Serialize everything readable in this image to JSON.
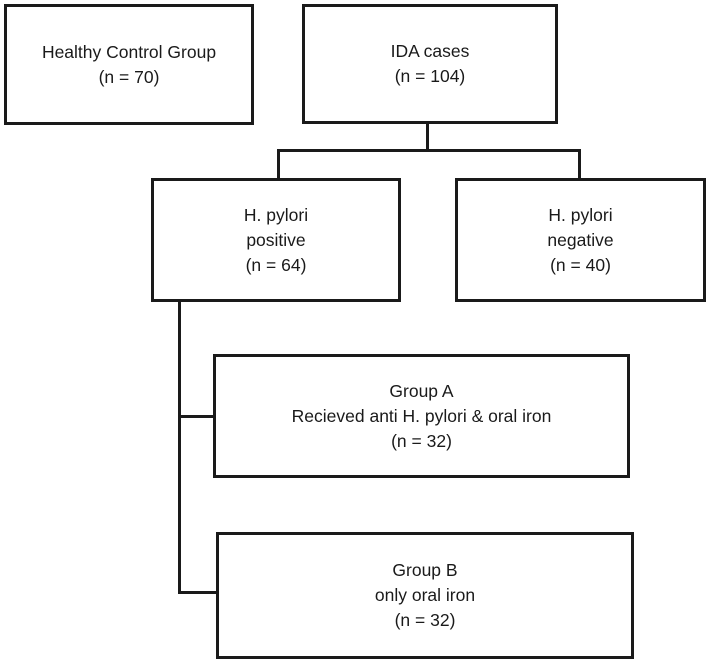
{
  "diagram": {
    "type": "flowchart",
    "colors": {
      "border": "#1a1a1a",
      "text": "#1a1a1a",
      "background": "#ffffff"
    },
    "boxes": {
      "healthy_control": {
        "lines": [
          "Healthy Control Group",
          "(n = 70)"
        ]
      },
      "ida_cases": {
        "lines": [
          "IDA cases",
          "(n = 104)"
        ]
      },
      "hpylori_positive": {
        "lines": [
          "H. pylori",
          "positive",
          "(n = 64)"
        ]
      },
      "hpylori_negative": {
        "lines": [
          "H. pylori",
          "negative",
          "(n = 40)"
        ]
      },
      "group_a": {
        "lines": [
          "Group A",
          "Recieved anti H. pylori & oral iron",
          "(n = 32)"
        ]
      },
      "group_b": {
        "lines": [
          "Group B",
          "only oral iron",
          "(n = 32)"
        ]
      }
    },
    "edges": [
      {
        "from": "ida_cases",
        "to": "hpylori_positive"
      },
      {
        "from": "ida_cases",
        "to": "hpylori_negative"
      },
      {
        "from": "hpylori_positive",
        "to": "group_a"
      },
      {
        "from": "hpylori_positive",
        "to": "group_b"
      }
    ]
  }
}
